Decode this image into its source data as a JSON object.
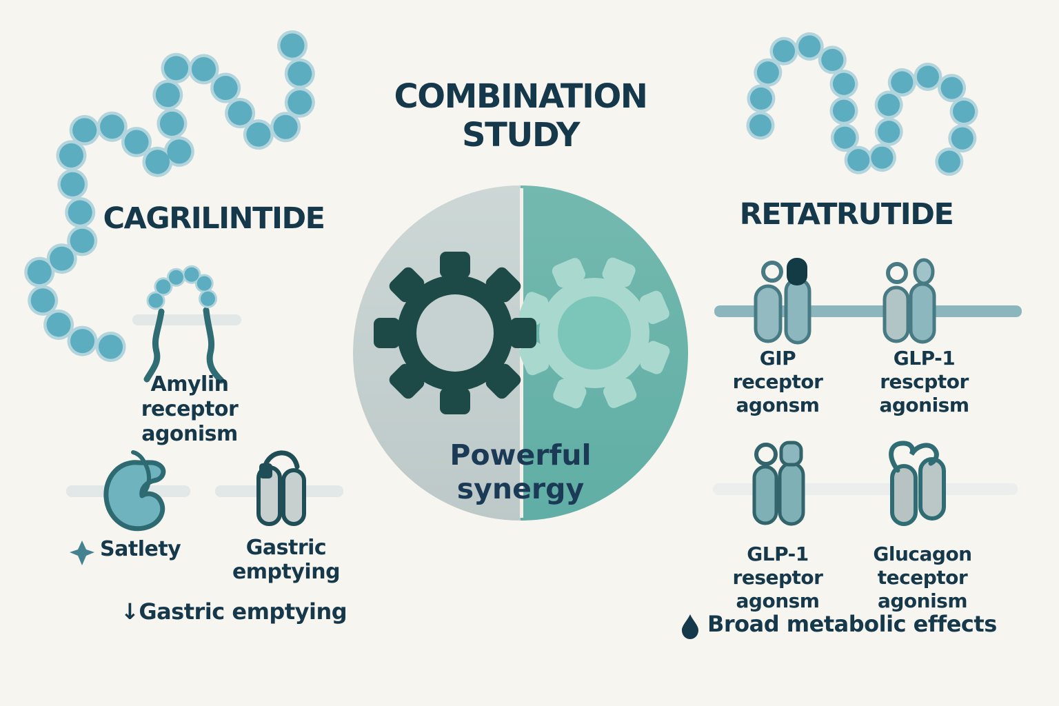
{
  "header": {
    "title_line1": "COMBINATION",
    "title_line2": "STUDY"
  },
  "center": {
    "caption_line1": "Powerful",
    "caption_line2": "synergy"
  },
  "left_panel": {
    "drug_name": "CAGRILINTIDE",
    "receptor_label": {
      "line1": "Amylin",
      "line2": "receptor",
      "line3": "agonism"
    },
    "satiety_label": "Satlety",
    "gastric_label": {
      "line1": "Gastric",
      "line2": "emptying"
    },
    "footnote": {
      "arrow": "↓",
      "text": "Gastric emptying"
    }
  },
  "right_panel": {
    "drug_name": "RETATRUTIDE",
    "receptors": [
      {
        "line1": "GIP",
        "line2": "receptor",
        "line3": "agonsm"
      },
      {
        "line1": "GLP-1",
        "line2": "rescptor",
        "line3": "agonism"
      },
      {
        "line1": "GLP-1",
        "line2": "reseptor",
        "line3": "agonsm"
      },
      {
        "line1": "Glucagon",
        "line2": "teceptor",
        "line3": "agonism"
      }
    ],
    "footnote": {
      "text": "Broad metabolic effects"
    }
  },
  "icons": {
    "sparkle": "four-point-star",
    "droplet": "drop",
    "down_arrow": "↓"
  },
  "colors": {
    "background": "#f7f5ef",
    "ink": "#16384b",
    "bead": "#5cadc0",
    "bead_rim": "#b2d4dc",
    "gear_dark": "#1d4a47",
    "gear_light": "#a9d8ce",
    "gear_light_hub": "#7cc5b9",
    "circle_left": "#c6d2d1",
    "circle_right": "#68b2a9",
    "receptor_fill": "#8db7be",
    "receptor_outline": "#477a83",
    "membrane_light": "#e2e8e7",
    "membrane_teal": "#8cb6bd",
    "sparkle": "#45828f"
  }
}
